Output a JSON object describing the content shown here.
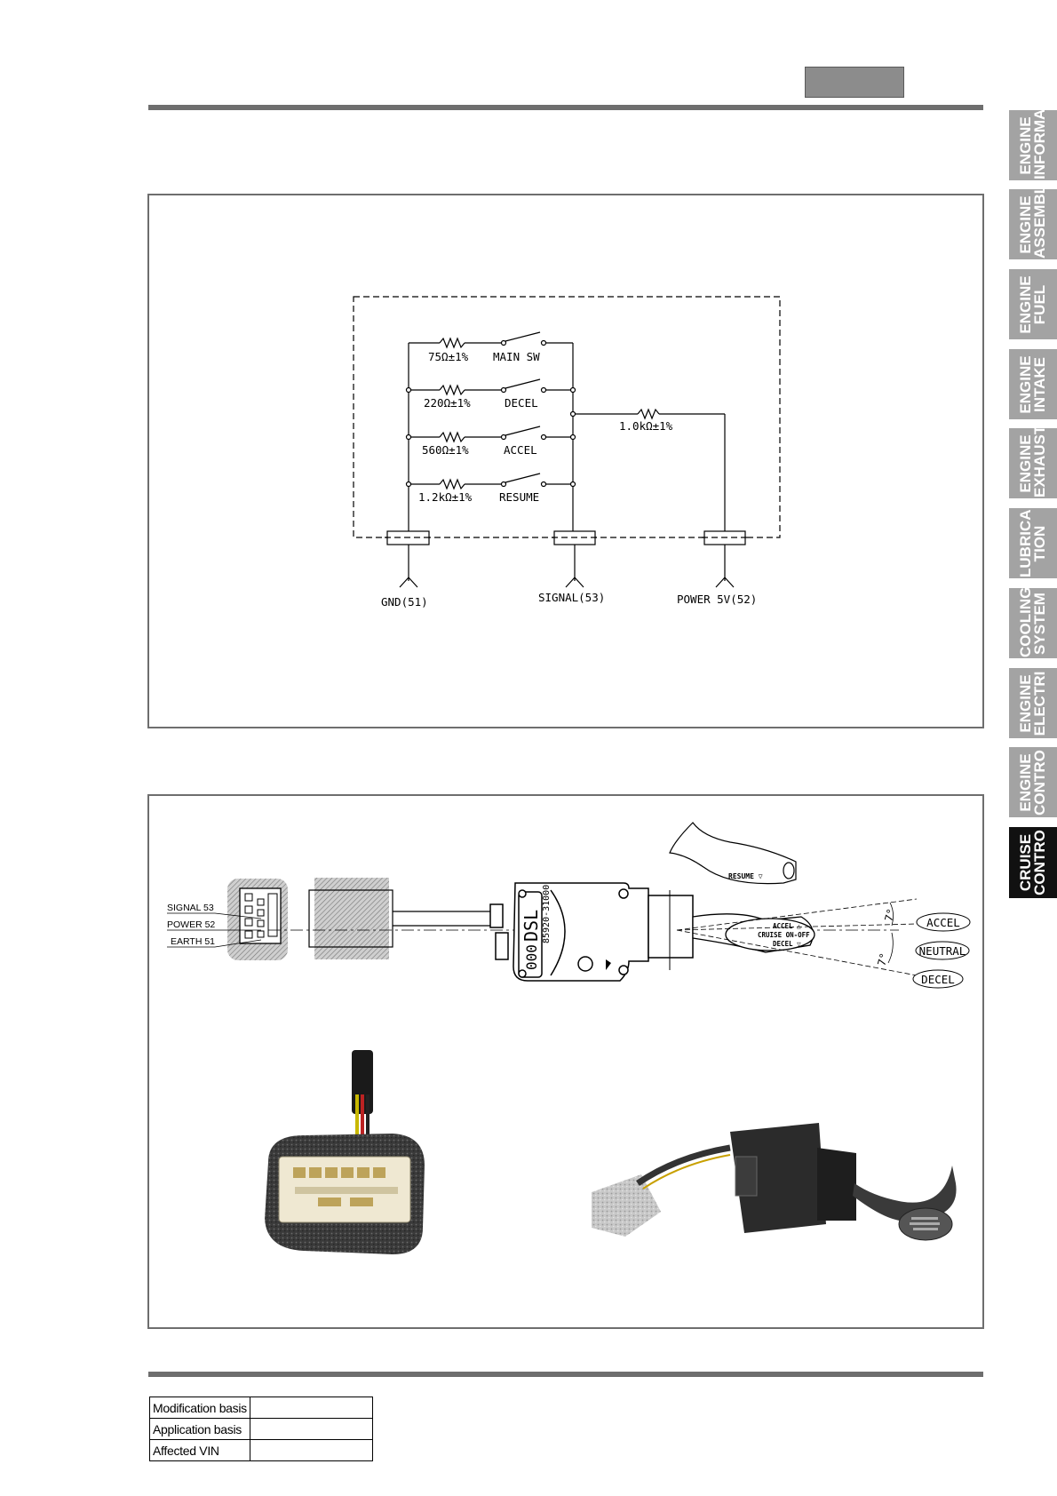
{
  "side_tabs": [
    {
      "label": "ENGINE\nINFORMA",
      "active": false
    },
    {
      "label": "ENGINE\nASSEMBL",
      "active": false
    },
    {
      "label": "ENGINE\nFUEL",
      "active": false
    },
    {
      "label": "ENGINE\nINTAKE",
      "active": false
    },
    {
      "label": "ENGINE\nEXHAUST",
      "active": false
    },
    {
      "label": "LUBRICA\nTION",
      "active": false
    },
    {
      "label": "COOLING\nSYSTEM",
      "active": false
    },
    {
      "label": "ENGINE\nELECTRI",
      "active": false
    },
    {
      "label": "ENGINE\nCONTRO",
      "active": false
    },
    {
      "label": "CRUISE\nCONTRO",
      "active": true
    }
  ],
  "circuit": {
    "branches": [
      {
        "resistor": "75Ω±1%",
        "switch": "MAIN SW"
      },
      {
        "resistor": "220Ω±1%",
        "switch": "DECEL"
      },
      {
        "resistor": "560Ω±1%",
        "switch": "ACCEL"
      },
      {
        "resistor": "1.2kΩ±1%",
        "switch": "RESUME"
      }
    ],
    "pullup": "1.0kΩ±1%",
    "terminals": [
      "GND(51)",
      "SIGNAL(53)",
      "POWER 5V(52)"
    ]
  },
  "switch_diagram": {
    "pins": [
      "SIGNAL 53",
      "POWER 52",
      "EARTH 51"
    ],
    "positions": [
      "ACCEL",
      "NEUTRAL",
      "DECEL"
    ],
    "angle": "7°",
    "lever_labels": [
      "ACCEL △",
      "CRUISE ON-OFF",
      "DECEL ▽"
    ],
    "resume_label": "RESUME ▽",
    "body_text": [
      "DSL",
      "000",
      "85920-31000"
    ]
  },
  "info_table": [
    {
      "label": "Modification basis",
      "value": ""
    },
    {
      "label": "Application basis",
      "value": ""
    },
    {
      "label": "Affected VIN",
      "value": ""
    }
  ],
  "colors": {
    "rule": "#6e6e6e",
    "tab": "#a3a3a3",
    "tab_active": "#111111"
  }
}
